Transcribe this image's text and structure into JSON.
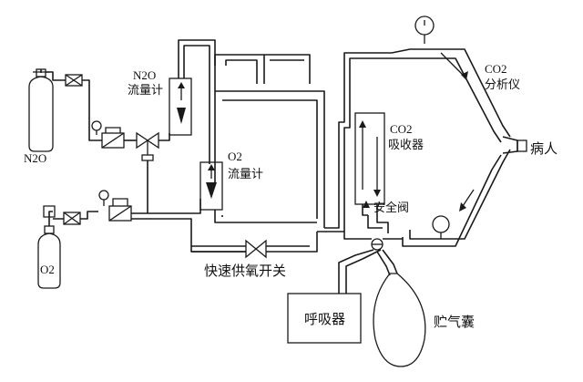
{
  "labels": {
    "n2o_cylinder": "N2O",
    "o2_cylinder": "O2",
    "n2o_flowmeter_gas": "N2O",
    "n2o_flowmeter_name": "流量计",
    "o2_flowmeter_gas": "O2",
    "o2_flowmeter_name": "流量计",
    "co2_absorber_gas": "CO2",
    "co2_absorber_name": "吸收器",
    "co2_analyzer_gas": "CO2",
    "co2_analyzer_name": "分析仪",
    "patient": "病人",
    "safety_valve": "安全阀",
    "flush_switch": "快速供氧开关",
    "ventilator": "呼吸器",
    "reservoir_bag": "贮气囊"
  }
}
